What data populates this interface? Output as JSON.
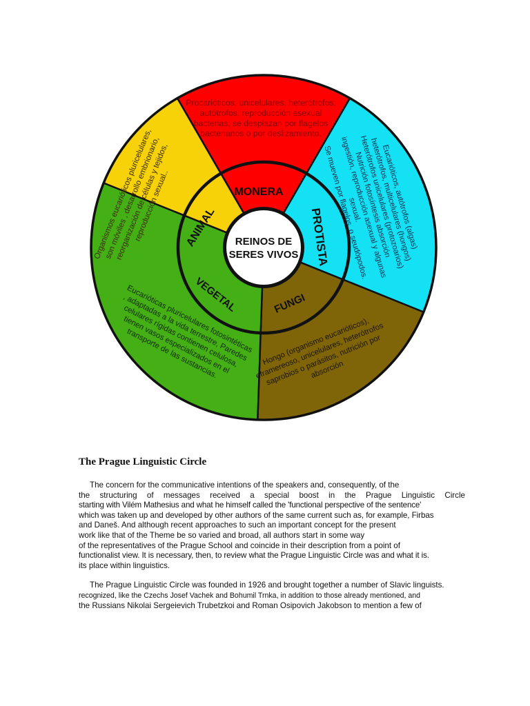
{
  "diagram": {
    "center": [
      "REINOS DE",
      "SERES VIVOS"
    ],
    "kingdoms": [
      {
        "key": "monera",
        "name": "MONERA",
        "color": "#fe0000",
        "description": [
          "Procarióticos, unicelulares, heterótrofos,",
          "autótrofos, reproducción asexual",
          "bacterias, se desplazan por flagelos",
          "bacterianos o por deslizamiento."
        ]
      },
      {
        "key": "protista",
        "name": "PROTISTA",
        "color": "#14e1f3",
        "description": [
          "Eucarióticos, autótrofos (algas)",
          "heterótrofos, multicelulares (hongos)",
          "Heterótrofos unicelulares (protozoarios)",
          "Nutrición fotosíntesis absorción",
          "ingestión, reproducción asexual y algunas",
          "sexual.",
          "Se mueven por flagelos, o seudópodos."
        ]
      },
      {
        "key": "fungi",
        "name": "FUNGI",
        "color": "#7f6508",
        "description": [
          "Hongo (organismo eucarióticos),",
          "eframereoso, unicelulares, heterótrofos",
          "saprobios o parásitos, nutrición por",
          "absorción"
        ]
      },
      {
        "key": "vegetal",
        "name": "VEGETAL",
        "color": "#45b016",
        "description": [
          "Eucarióticas pluricelulares fotosintéticas",
          ", adaptadas a la vida terrestre, Paredes",
          "celulares rígidas contienen celulosa,",
          "tienen vasos especializados en el",
          "transporte de las sustancias."
        ]
      },
      {
        "key": "animal",
        "name": "ANIMAL",
        "color": "#f8d209",
        "description": [
          "Organismos eucarióticos pluricelulares,",
          "son móviles , desarrollo embrionario,",
          "reorganización de células y tejidos,",
          "reproducción sexual.."
        ]
      }
    ]
  },
  "article": {
    "title": "The Prague Linguistic Circle",
    "paragraph1": [
      "The concern for the communicative intentions of the speakers and, consequently, of the",
      "the structuring of messages received a special boost in the Prague Linguistic Circle",
      "starting with Vilém Mathesius and what he himself called the 'functional perspective of the sentence'",
      "which was taken up and developed by other authors of the same current such as, for example, Firbas",
      "and Daneš. And although recent approaches to such an important concept for the present",
      "work like that of the Theme be so varied and broad, all authors start in some way",
      "of the representatives of the Prague School and coincide in their description from a point of",
      "functionalist view. It is necessary, then, to review what the Prague Linguistic Circle was and what it is.",
      "its place within linguistics."
    ],
    "paragraph2": [
      "The Prague Linguistic Circle was founded in 1926 and brought together a number of Slavic linguists.",
      "recognized, like the Czechs Josef Vachek and Bohumil Trnka, in addition to those already mentioned, and",
      "the Russians Nikolai Sergeievich Trubetzkoi and Roman Osipovich Jakobson to mention a few of"
    ]
  }
}
